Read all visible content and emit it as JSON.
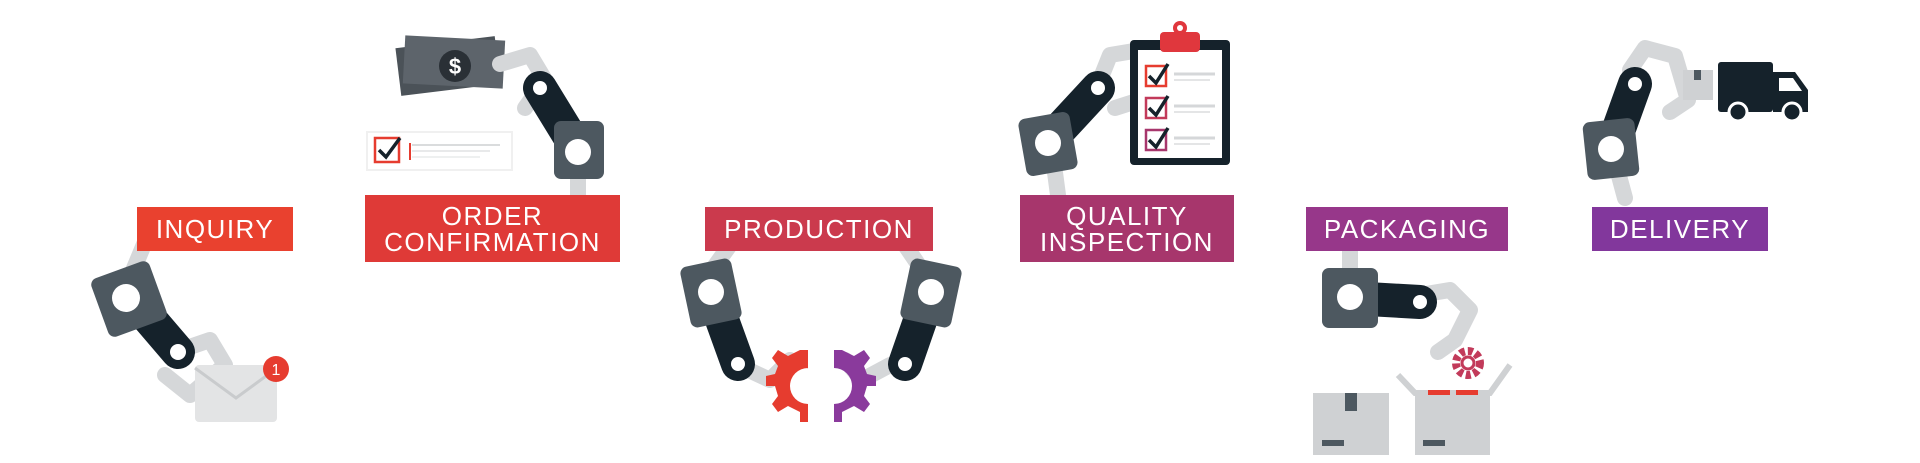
{
  "colors": {
    "dots_left": "#e63c2f",
    "dots_right": "#8a3a9c",
    "arm_dark": "#15222b",
    "arm_mid": "#4d5860",
    "arm_light": "#d5d7d9",
    "box": "#cfd1d3",
    "money": "#4b5258"
  },
  "steps": [
    {
      "label": "INQUIRY",
      "color": "#e9412f",
      "badge": "1"
    },
    {
      "label_line1": "ORDER",
      "label_line2": "CONFIRMATION",
      "color": "#df3a37",
      "money_symbol": "$"
    },
    {
      "label": "PRODUCTION",
      "color": "#cb3a4d"
    },
    {
      "label_line1": "QUALITY",
      "label_line2": "INSPECTION",
      "color": "#a7366c"
    },
    {
      "label": "PACKAGING",
      "color": "#97378a"
    },
    {
      "label": "DELIVERY",
      "color": "#82379c"
    }
  ],
  "icons": [
    "robotic-arm-icon",
    "envelope-icon",
    "notification-badge-icon",
    "money-bill-icon",
    "checklist-icon",
    "gear-icon",
    "clipboard-icon",
    "cardboard-box-icon",
    "delivery-truck-icon"
  ]
}
